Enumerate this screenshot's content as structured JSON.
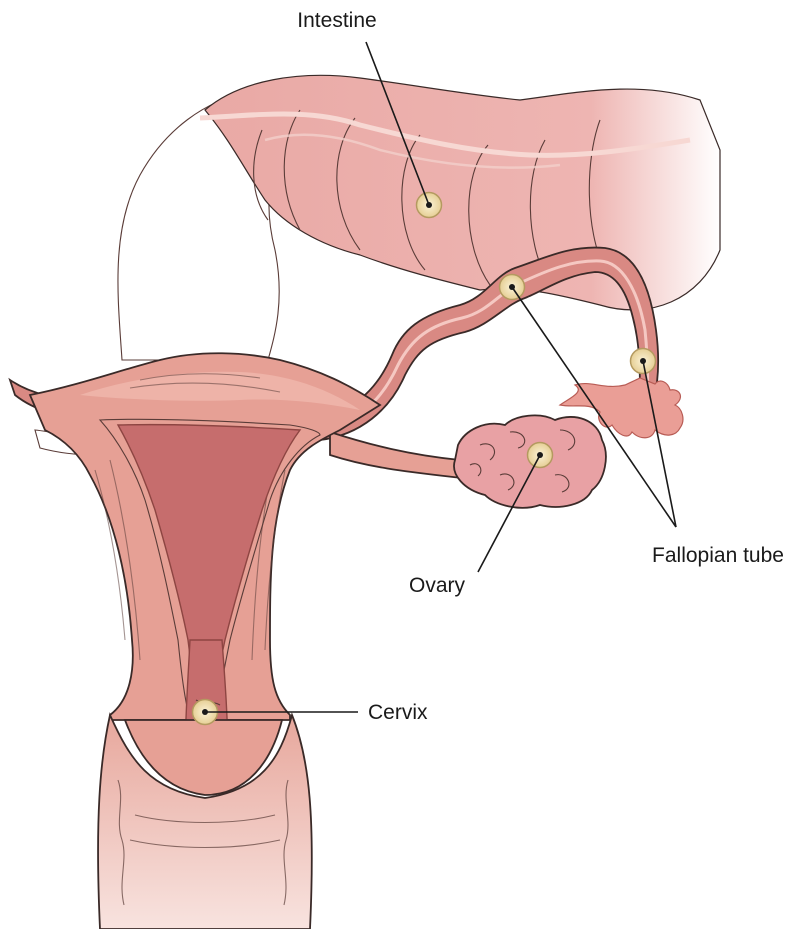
{
  "labels": {
    "intestine": "Intestine",
    "fallopian_tube": "Fallopian tube",
    "ovary": "Ovary",
    "cervix": "Cervix"
  },
  "colors": {
    "intestine": "#e9a9a5",
    "uterus_wall": "#e6a095",
    "uterine_cavity": "#c66d6d",
    "ovary": "#e8a1a4",
    "marker": "#f3e3bc"
  }
}
